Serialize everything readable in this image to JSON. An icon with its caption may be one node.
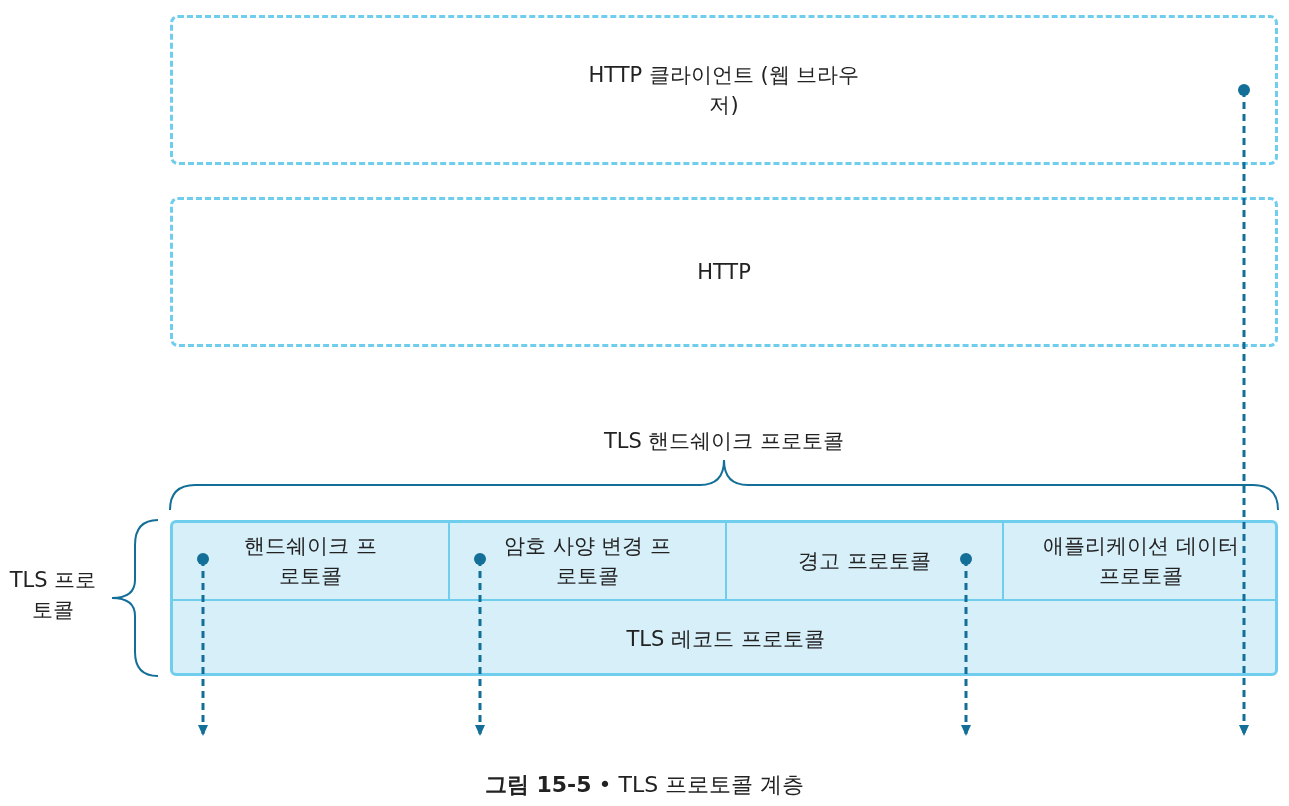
{
  "diagram": {
    "caption": "**그림 15-5** • TLS 프로토콜 계층",
    "nodes": [
      {
        "text": [
          "HTTP 클라이언트 (웹 브라우저)"
        ]
      },
      {
        "text": [
          "HTTP"
        ]
      },
      {
        "text": [
          "TLS 프로토콜"
        ]
      },
      {
        "text": [
          "핸드쉐이크 프로토콜"
        ],
        "in": 2
      },
      {
        "text": [
          "암호 사양 변경 프로토콜"
        ],
        "in": 2
      },
      {
        "text": [
          "경고 프로토콜"
        ],
        "in": 2
      },
      {
        "text": [
          "애플리케이션 데이터 프로토콜"
        ],
        "in": 2
      },
      {
        "text": [
          "TLS 레코드 프로토콜"
        ],
        "in": 2
      }
    ],
    "edges": [
      {
        "from": 3,
        "to": null,
        "arrow": "to",
        "style": "dashed"
      },
      {
        "from": 4,
        "to": null,
        "arrow": "to",
        "style": "dashed"
      },
      {
        "from": 5,
        "to": null,
        "arrow": "to",
        "style": "dashed"
      },
      {
        "from": 0,
        "to": null,
        "arrow": "to",
        "style": "dashed"
      }
    ],
    "labels": [
      "TLS 핸드쉐이크 프로토콜"
    ]
  }
}
